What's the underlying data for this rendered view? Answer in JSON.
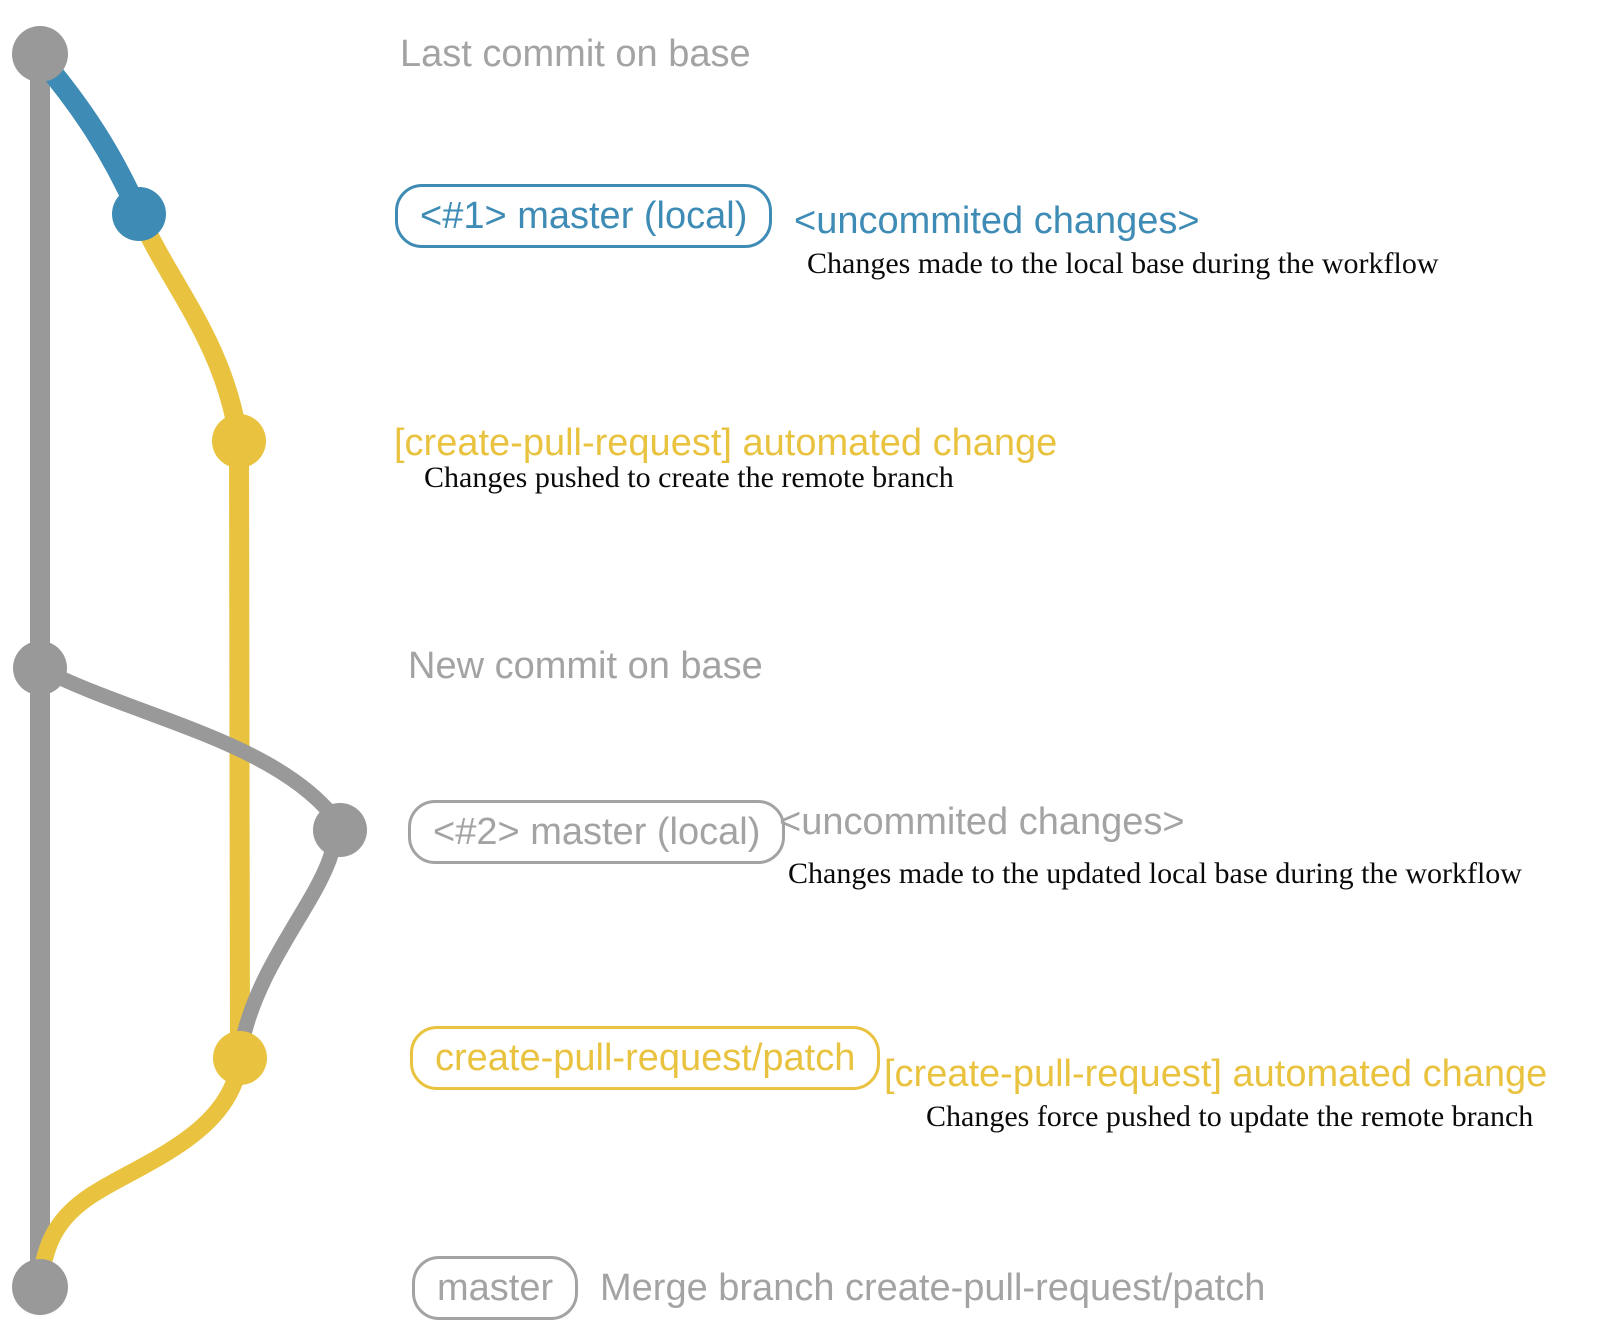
{
  "colors": {
    "blue": "#3e8cb5",
    "yellow": "#e9c33f",
    "grayline": "#999999",
    "graytext": "#a3a3a3"
  },
  "rows": {
    "base_top": {
      "label": "Last commit on base"
    },
    "local1": {
      "badge": "<#1> master (local)",
      "note": "<uncommited changes>",
      "desc": "Changes made to the local base during the workflow"
    },
    "remote1": {
      "note": "[create-pull-request] automated change",
      "desc": "Changes pushed to create the remote branch"
    },
    "base_mid": {
      "label": "New commit on base"
    },
    "local2": {
      "badge": "<#2> master (local)",
      "note": "<uncommited changes>",
      "desc": "Changes made to the updated local base during the workflow"
    },
    "remote2": {
      "badge": "create-pull-request/patch",
      "note": "[create-pull-request] automated change",
      "desc": "Changes force pushed to update the remote branch"
    },
    "merge": {
      "badge": "master",
      "label": "Merge branch create-pull-request/patch"
    }
  },
  "graph": {
    "branches": [
      {
        "id": "base",
        "color_key": "grayline"
      },
      {
        "id": "local-master",
        "color_key": "blue"
      },
      {
        "id": "create-pull-request-patch",
        "color_key": "yellow"
      }
    ],
    "nodes": [
      {
        "id": "last-commit-on-base",
        "branch": "base"
      },
      {
        "id": "local-commit-1",
        "branch": "local-master"
      },
      {
        "id": "remote-commit-1",
        "branch": "create-pull-request-patch"
      },
      {
        "id": "new-commit-on-base",
        "branch": "base"
      },
      {
        "id": "local-commit-2",
        "branch": "base"
      },
      {
        "id": "remote-commit-2",
        "branch": "create-pull-request-patch"
      },
      {
        "id": "merge-commit",
        "branch": "base"
      }
    ]
  }
}
